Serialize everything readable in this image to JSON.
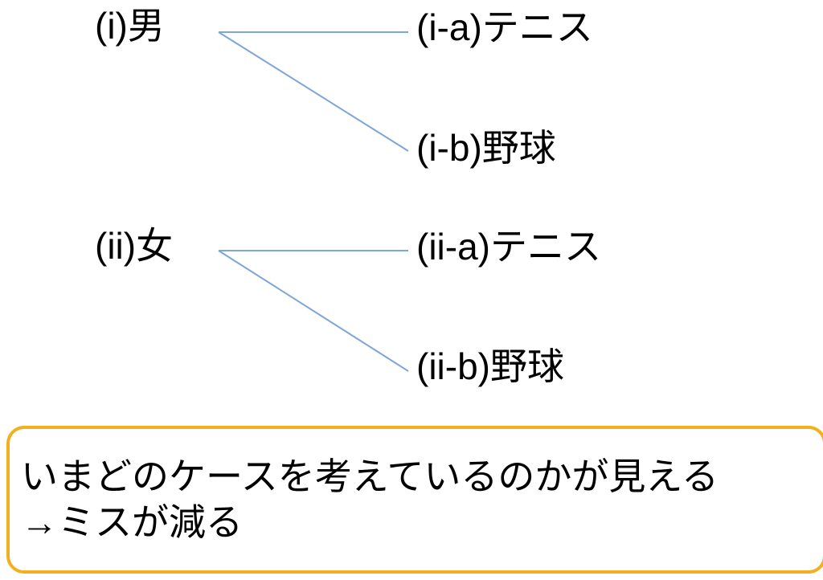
{
  "diagram": {
    "tree": {
      "branches": [
        {
          "parent": "(i)男",
          "children": [
            "(i-a)テニス",
            "(i-b)野球"
          ]
        },
        {
          "parent": "(ii)女",
          "children": [
            "(ii-a)テニス",
            "(ii-b)野球"
          ]
        }
      ]
    },
    "note": {
      "lines": [
        "いまどのケースを考えているのかが見える",
        "→ミスが減る"
      ]
    },
    "colors": {
      "connector": "#7EA6D8",
      "note_border": "#F2B01E",
      "text": "#000000"
    }
  }
}
